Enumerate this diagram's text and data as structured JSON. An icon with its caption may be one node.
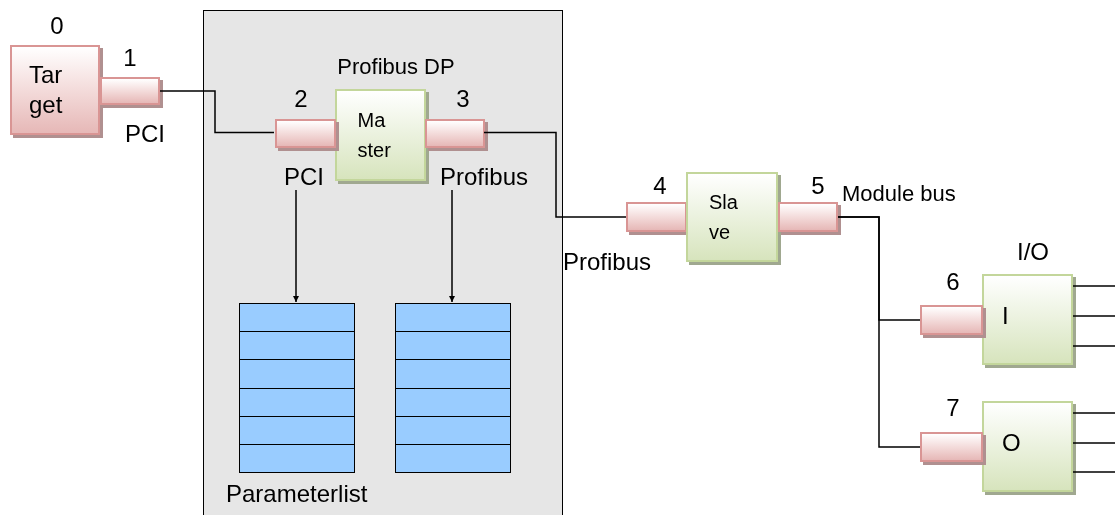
{
  "diagram": {
    "nodes": [
      {
        "text": [],
        "shape": "box"
      },
      {
        "text": [
          "Tar get"
        ],
        "beside": [
          "0"
        ]
      },
      {
        "text": [],
        "shape": "box",
        "beside": [
          "1",
          "PCI"
        ]
      },
      {
        "text": [
          "Ma ster"
        ],
        "in": 0,
        "beside": [
          "Profibus DP"
        ]
      },
      {
        "text": [],
        "shape": "box",
        "in": 0,
        "beside": [
          "2"
        ]
      },
      {
        "text": [
          "PCI"
        ],
        "in": 0
      },
      {
        "text": [],
        "shape": "box",
        "in": 0,
        "beside": [
          "3"
        ]
      },
      {
        "text": [
          "Profibus"
        ],
        "in": 0
      },
      {
        "text": [],
        "shape": "box",
        "in": 0
      },
      {
        "text": [],
        "shape": "box",
        "in": 0
      },
      {
        "text": [],
        "shape": "box",
        "beside": [
          "4",
          "Profibus"
        ]
      },
      {
        "text": [
          "Sla ve"
        ]
      },
      {
        "text": [],
        "shape": "box",
        "beside": [
          "5",
          "Module bus"
        ]
      },
      {
        "text": [
          "I"
        ],
        "beside": [
          "I/O"
        ]
      },
      {
        "text": [],
        "shape": "box",
        "beside": [
          "6"
        ]
      },
      {
        "text": [
          "O"
        ]
      },
      {
        "text": [],
        "shape": "box",
        "beside": [
          "7"
        ]
      }
    ],
    "edges": [
      {
        "from": 2,
        "to": 4,
        "arrow": "none"
      },
      {
        "from": 6,
        "to": 10,
        "arrow": "none"
      },
      {
        "from": 12,
        "to": 14,
        "arrow": "none"
      },
      {
        "from": 12,
        "to": 16,
        "arrow": "none"
      },
      {
        "from": 5,
        "to": 8,
        "arrow": "to"
      },
      {
        "from": 7,
        "to": 9,
        "arrow": "to"
      },
      {
        "from": 13,
        "to": null,
        "arrow": "none"
      },
      {
        "from": 13,
        "to": null,
        "arrow": "none"
      },
      {
        "from": 13,
        "to": null,
        "arrow": "none"
      },
      {
        "from": 15,
        "to": null,
        "arrow": "none"
      },
      {
        "from": 15,
        "to": null,
        "arrow": "none"
      },
      {
        "from": 15,
        "to": null,
        "arrow": "none"
      }
    ],
    "labels": [
      "Parameterlist"
    ]
  }
}
